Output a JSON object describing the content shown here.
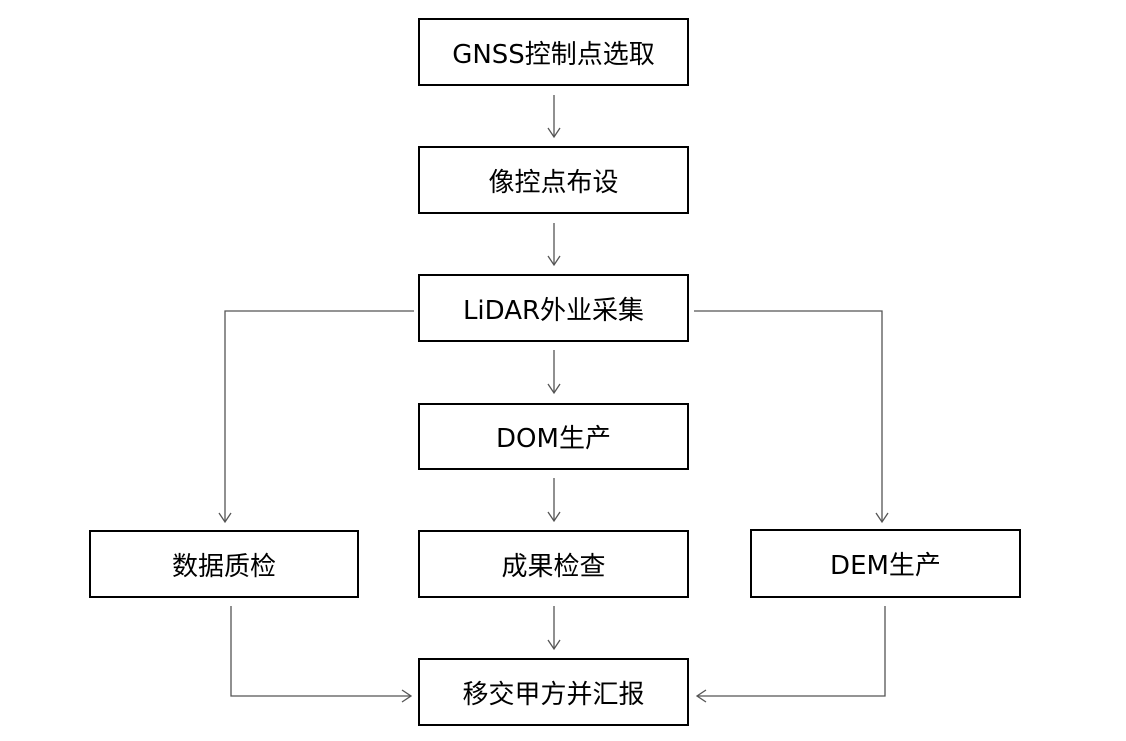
{
  "nodes": {
    "gnss_select": "GNSS控制点选取",
    "gcp_layout": "像控点布设",
    "lidar_field": "LiDAR外业采集",
    "dom_prod": "DOM生产",
    "result_check": "成果检查",
    "data_qc": "数据质检",
    "dem_prod": "DEM生产",
    "handover": "移交甲方并汇报"
  },
  "edges": [
    {
      "from": "gnss_select",
      "to": "gcp_layout"
    },
    {
      "from": "gcp_layout",
      "to": "lidar_field"
    },
    {
      "from": "lidar_field",
      "to": "dom_prod"
    },
    {
      "from": "dom_prod",
      "to": "result_check"
    },
    {
      "from": "result_check",
      "to": "handover"
    },
    {
      "from": "lidar_field",
      "to": "data_qc"
    },
    {
      "from": "lidar_field",
      "to": "dem_prod"
    },
    {
      "from": "data_qc",
      "to": "handover"
    },
    {
      "from": "dem_prod",
      "to": "handover"
    }
  ],
  "colors": {
    "line": "#555555",
    "box_border": "#000000",
    "text": "#000000",
    "background": "#ffffff"
  }
}
